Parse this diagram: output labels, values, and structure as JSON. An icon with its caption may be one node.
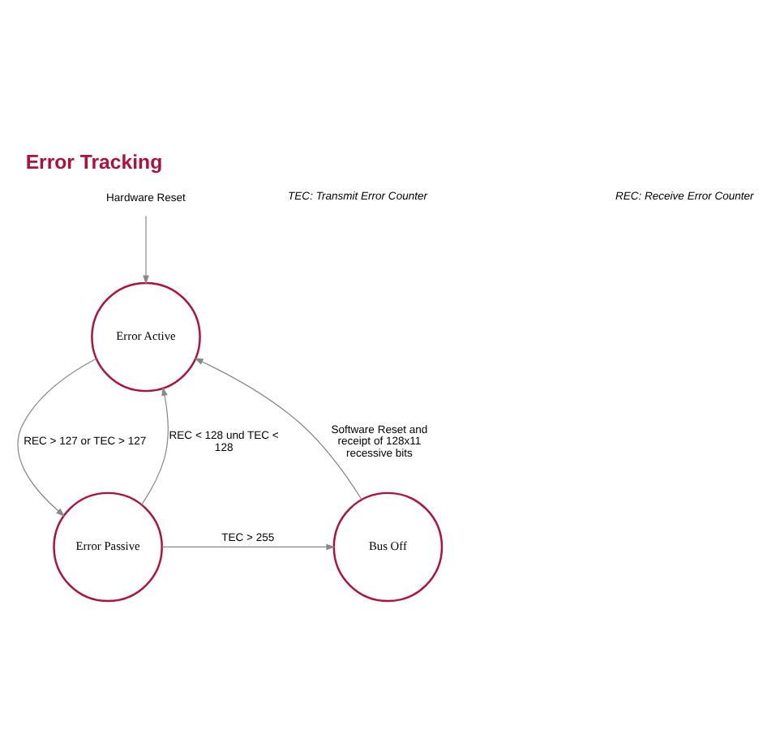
{
  "diagram": {
    "title": "Error Tracking",
    "nodes": [
      {
        "text": [
          "Hardware Reset"
        ]
      },
      {
        "text": [
          "Error Active"
        ]
      },
      {
        "text": [
          "Error Passive"
        ]
      },
      {
        "text": [
          "Bus Off"
        ]
      }
    ],
    "edges": [
      {
        "from": 0,
        "to": 1,
        "arrow": "to"
      },
      {
        "from": 1,
        "to": 2,
        "arrow": "to",
        "label": "REC > 127 or TEC > 127"
      },
      {
        "from": 2,
        "to": 1,
        "arrow": "to",
        "label": "REC < 128 und TEC < 128"
      },
      {
        "from": 2,
        "to": 3,
        "arrow": "to",
        "label": "TEC > 255"
      },
      {
        "from": 3,
        "to": 1,
        "arrow": "to",
        "label": "Software Reset and receipt of 128x11 recessive bits"
      }
    ],
    "labels": [
      "TEC: Transmit Error Counter",
      "REC: Receive Error Counter"
    ]
  }
}
